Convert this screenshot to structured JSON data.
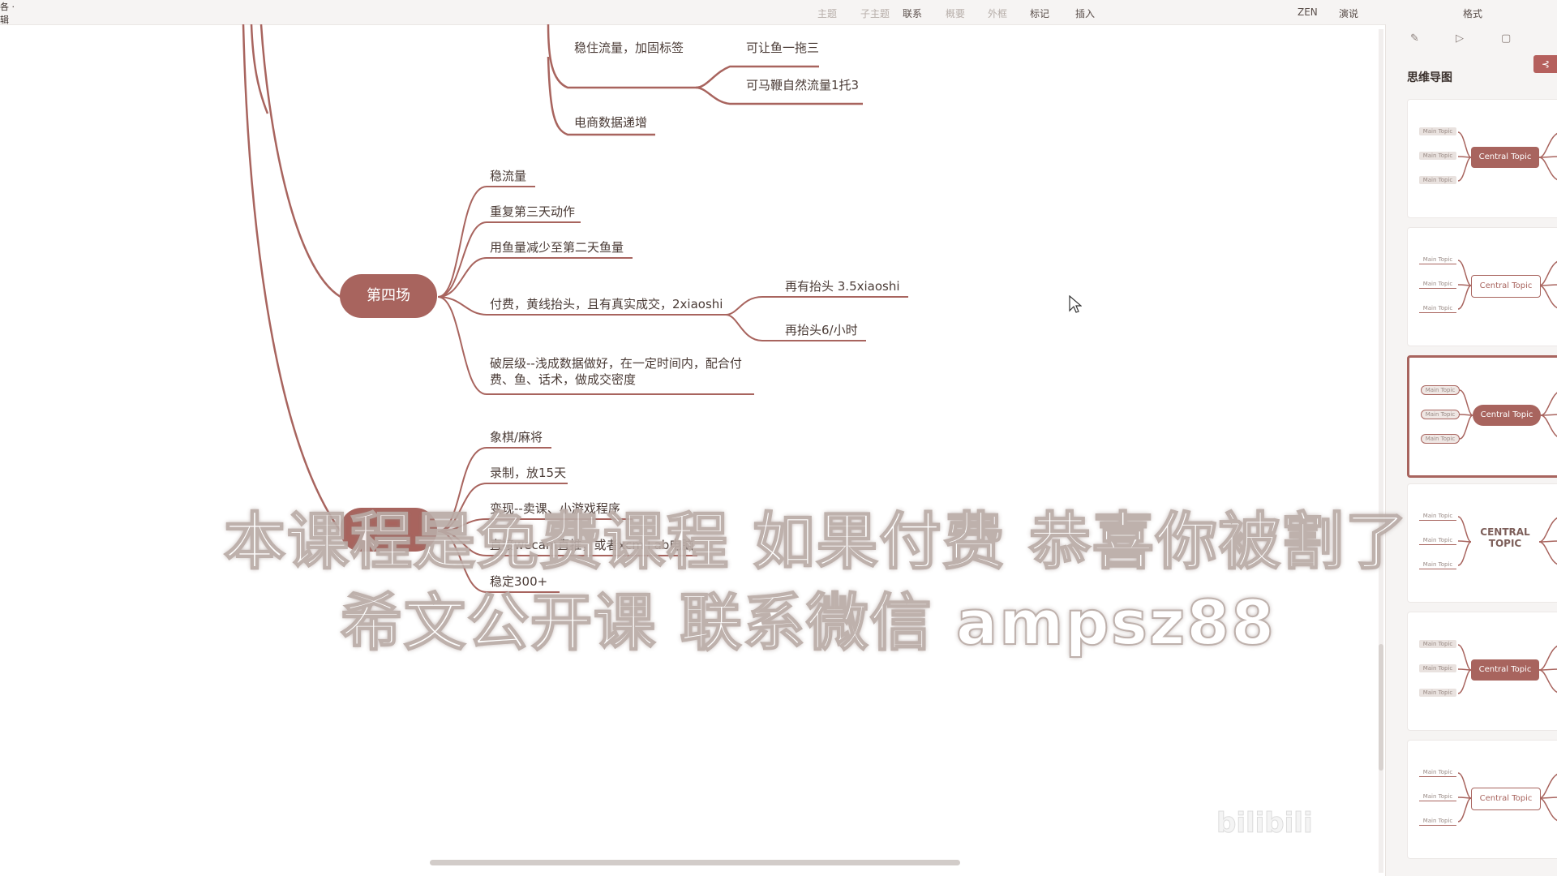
{
  "toolbar": {
    "left_fragment_top": "各 ·",
    "left_fragment_bottom": "辑",
    "items": [
      {
        "label": "主题",
        "dim": true
      },
      {
        "label": "子主题",
        "dim": true
      },
      {
        "label": "联系",
        "dim": false
      },
      {
        "label": "概要",
        "dim": true
      },
      {
        "label": "外框",
        "dim": true
      },
      {
        "label": "标记",
        "dim": false
      },
      {
        "label": "插入",
        "dim": false
      },
      {
        "label": "ZEN",
        "dim": false
      },
      {
        "label": "演说",
        "dim": false
      },
      {
        "label": "格式",
        "dim": false
      }
    ],
    "accent": "#b5605d"
  },
  "mindmap": {
    "upper_branches": [
      {
        "text": "稳住流量，加固标签",
        "children": [
          "可让鱼一拖三",
          "可马鞭自然流量1托3"
        ]
      },
      {
        "text": "电商数据递增",
        "children": []
      }
    ],
    "main_nodes": [
      {
        "label": "第四场",
        "children": [
          {
            "text": "稳流量",
            "children": []
          },
          {
            "text": "重复第三天动作",
            "children": []
          },
          {
            "text": "用鱼量减少至第二天鱼量",
            "children": []
          },
          {
            "text": "付费，黄线抬头，且有真实成交，2xiaoshi",
            "children": [
              "再有抬头  3.5xiaoshi",
              "再抬头6/小时"
            ]
          },
          {
            "text": "破层级--浅成数据做好，在一定时间内，配合付费、鱼、话术，做成交密度",
            "children": []
          }
        ]
      },
      {
        "label": "",
        "children": [
          {
            "text": "象棋/麻将",
            "children": []
          },
          {
            "text": "录制，放15天",
            "children": []
          },
          {
            "text": "变现--卖课、小游戏程序",
            "children": []
          },
          {
            "text": "直接wecam直推，或者xcm+ab电脑",
            "children": []
          },
          {
            "text": "稳定300+",
            "children": []
          }
        ]
      }
    ],
    "branch_color": "#a8645e"
  },
  "panel": {
    "title": "思维导图",
    "button_label": "⊰",
    "icons": [
      "pen-icon",
      "presentation-icon",
      "card-icon"
    ],
    "thumbs": [
      {
        "central": "Central Topic",
        "topic": "Main Topic",
        "style": "box"
      },
      {
        "central": "Central Topic",
        "topic": "Main Topic",
        "style": "outline"
      },
      {
        "central": "Central Topic",
        "topic": "Main Topic",
        "style": "pill",
        "selected": true
      },
      {
        "central": "CENTRAL TOPIC",
        "topic": "Main Topic",
        "style": "plain"
      },
      {
        "central": "Central Topic",
        "topic": "Main Topic",
        "style": "box"
      },
      {
        "central": "Central Topic",
        "topic": "Main Topic",
        "style": "outline"
      }
    ]
  },
  "watermark": {
    "line1": "本课程是免费课程 如果付费 恭喜你被割了",
    "line2": "希文公开课 联系微信 ampsz88",
    "logo": "bilibili"
  }
}
